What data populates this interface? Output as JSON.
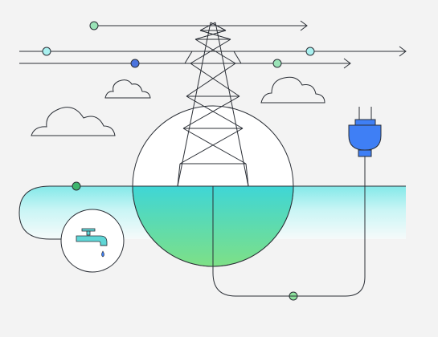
{
  "illustration": {
    "background_color": "#f3f3f3",
    "line_color": "#2b2f36",
    "accent_green": "#8ee0a7",
    "accent_cyan": "#7fe7e7",
    "accent_blue": "#3b6ff0",
    "water_gradient": [
      "#42d8d7",
      "#75e38c"
    ],
    "plug_color": "#3f7ff5",
    "faucet_color": "#5fd6d6"
  },
  "elements": {
    "power-lines": [
      "line-1",
      "line-2",
      "line-3"
    ],
    "clouds": [
      "cloud-left",
      "cloud-middle",
      "cloud-right"
    ],
    "symbols": [
      "transmission-tower",
      "water-faucet",
      "electric-plug"
    ]
  }
}
